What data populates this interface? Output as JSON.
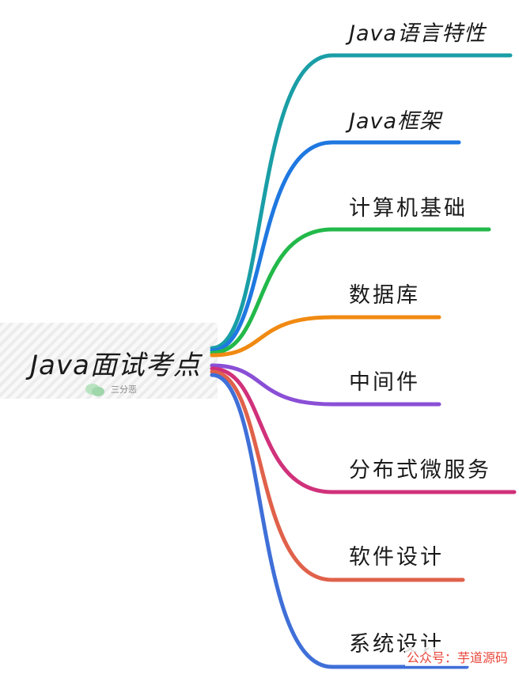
{
  "root": {
    "label": "Java面试考点",
    "watermark": "三分恶"
  },
  "branches": [
    {
      "label": "Java语言特性",
      "color": "#1a9ea6"
    },
    {
      "label": "Java框架",
      "color": "#1f78e0"
    },
    {
      "label": "计算机基础",
      "color": "#22b94a"
    },
    {
      "label": "数据库",
      "color": "#f08a12"
    },
    {
      "label": "中间件",
      "color": "#8a4fd6"
    },
    {
      "label": "分布式微服务",
      "color": "#d0317a"
    },
    {
      "label": "软件设计",
      "color": "#e0614a"
    },
    {
      "label": "系统设计",
      "color": "#3f6fd8"
    }
  ],
  "footer": {
    "text": "公众号：芋道源码"
  }
}
